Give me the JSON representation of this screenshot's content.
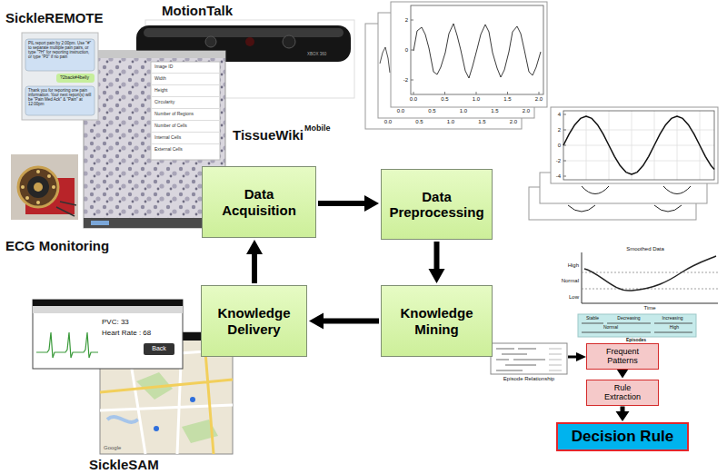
{
  "diagram": {
    "nodes": [
      {
        "text": [
          "Data Acquisition"
        ]
      },
      {
        "text": [
          "Data Preprocessing"
        ]
      },
      {
        "text": [
          "Knowledge Mining"
        ]
      },
      {
        "text": [
          "Knowledge Delivery"
        ]
      },
      {
        "text": [
          "Frequent Patterns"
        ]
      },
      {
        "text": [
          "Rule Extraction"
        ]
      },
      {
        "text": [
          "Decision Rule"
        ]
      }
    ],
    "edges": [
      {
        "from": 0,
        "to": 1,
        "arrow": "to"
      },
      {
        "from": 1,
        "to": 2,
        "arrow": "to"
      },
      {
        "from": 2,
        "to": 3,
        "arrow": "to"
      },
      {
        "from": 3,
        "to": 0,
        "arrow": "to"
      },
      {
        "from": 4,
        "to": 5,
        "arrow": "to"
      },
      {
        "from": 5,
        "to": 6,
        "arrow": "to"
      }
    ],
    "labels": [
      "SickleREMOTE",
      "MotionTalk",
      "XBOX 360",
      "TissueWiki",
      "Mobile",
      "ECG Monitoring",
      "SickleSAM",
      "PIL report pain by 2:00pm. Use \"#\" to separate multiple pain pairs, or type \"?H\" for reporting instruction, or type \"P0\" if no pain",
      "?2back#4belly",
      "Thank you for reporting one pain information. Your next report(s) will be \"Pain Med Ack\" & \"Pain\" at 12:00pm",
      "Image ID",
      "Width",
      "Height",
      "Circularity",
      "Number of Regions",
      "Number of Cells",
      "Internal Cells",
      "External Cells",
      "2",
      "0",
      "-2",
      "0.0",
      "0.5",
      "1.0",
      "1.5",
      "2.0",
      "0.0",
      "0.5",
      "1.0",
      "1.5",
      "2.0",
      "0.0",
      "0.5",
      "1.0",
      "1.5",
      "2.0",
      "4",
      "2",
      "0",
      "-2",
      "-4",
      "Smoothed Data",
      "High",
      "Normal",
      "Low",
      "Time",
      "Stable",
      "Decreasing",
      "Increasing",
      "Normal",
      "High",
      "Episodes",
      "Episode Relationship",
      "PVC: 33",
      "Heart Rate : 68",
      "Back",
      "Google"
    ]
  }
}
